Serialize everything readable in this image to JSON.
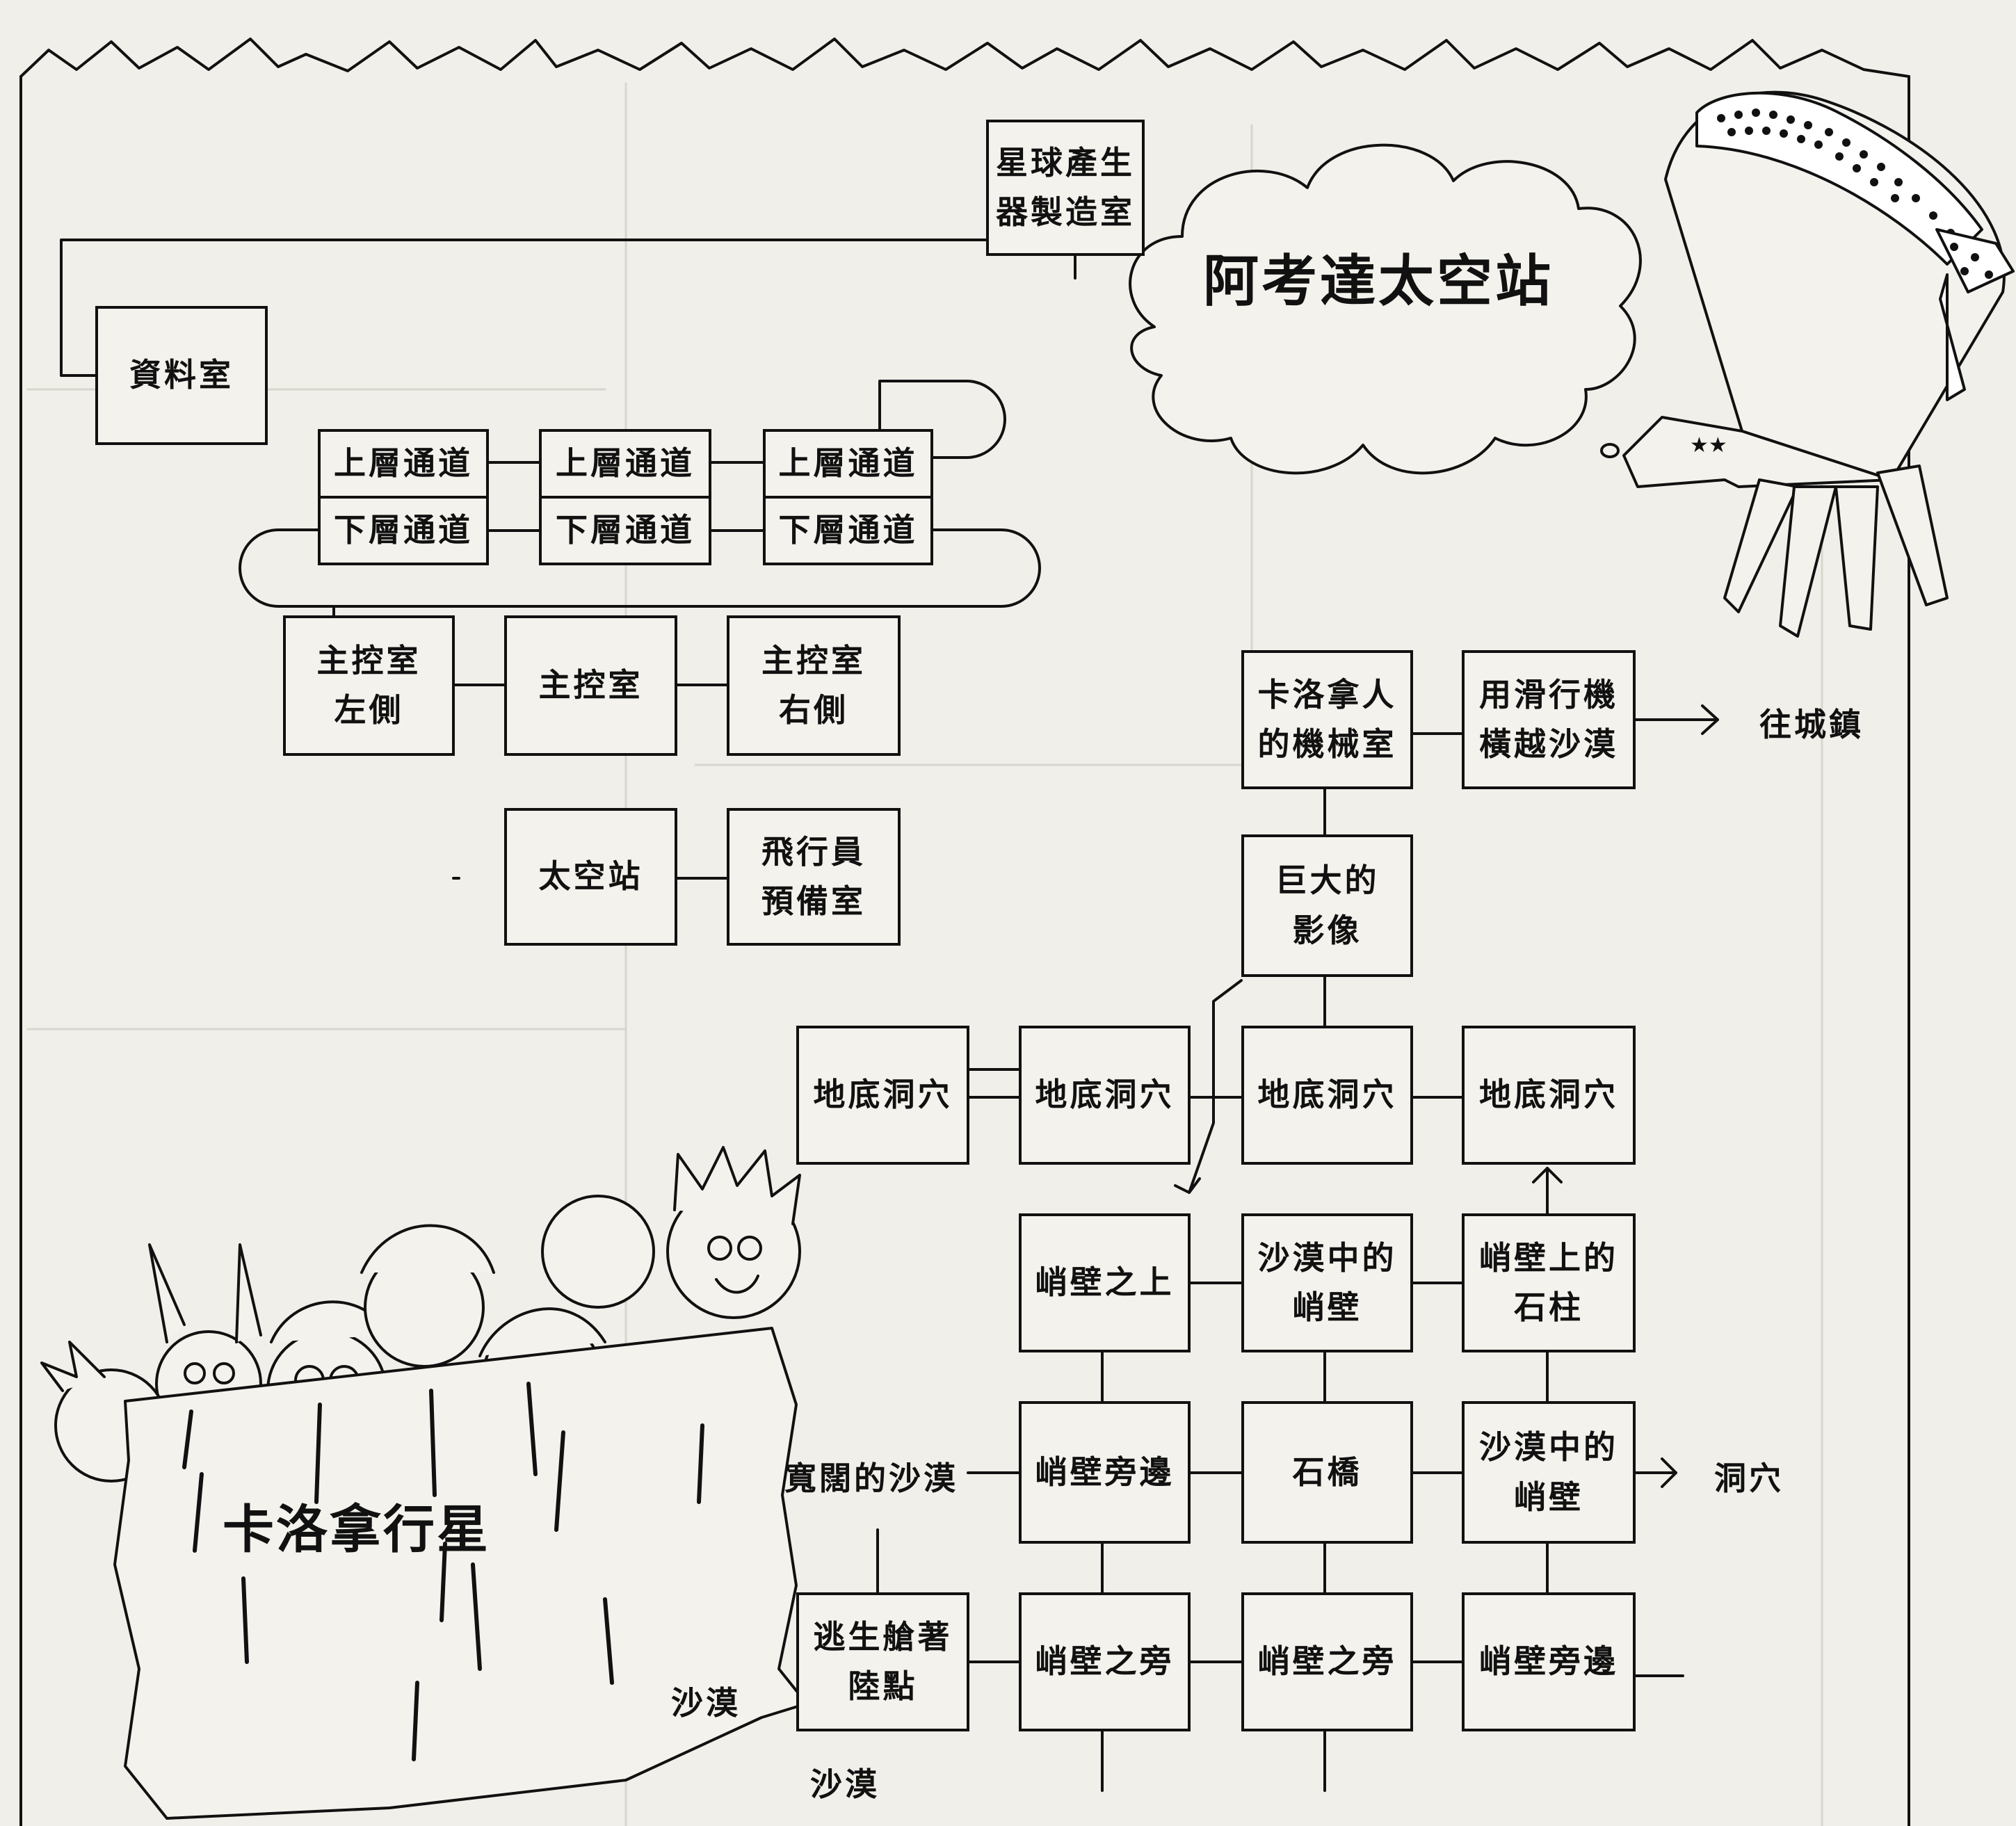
{
  "titles": {
    "station": "阿考達太空站",
    "planet": "卡洛拿行星"
  },
  "rooms": {
    "generator_room": "星球產生\n器製造室",
    "data_room": "資料室",
    "upper_passage_1": "上層通道",
    "lower_passage_1": "下層通道",
    "upper_passage_2": "上層通道",
    "lower_passage_2": "下層通道",
    "upper_passage_3": "上層通道",
    "lower_passage_3": "下層通道",
    "control_left": "主控室\n左側",
    "control_center": "主控室",
    "control_right": "主控室\n右側",
    "space_station": "太空站",
    "pilot_room": "飛行員\n預備室",
    "mechanical_room": "卡洛拿人\n的機械室",
    "glider": "用滑行機\n橫越沙漠",
    "giant_image": "巨大的\n影像",
    "cave_1": "地底洞穴",
    "cave_2": "地底洞穴",
    "cave_3": "地底洞穴",
    "cave_4": "地底洞穴",
    "cliff_top": "峭壁之上",
    "desert_cliff_1": "沙漠中的\n峭壁",
    "stone_pillar": "峭壁上的\n石柱",
    "wide_desert": "寬闊的沙漠",
    "cliff_side_1": "峭壁旁邊",
    "stone_bridge": "石橋",
    "desert_cliff_2": "沙漠中的\n峭壁",
    "escape_pod": "逃生艙著\n陸點",
    "cliff_beside_1": "峭壁之旁",
    "cliff_beside_2": "峭壁之旁",
    "cliff_side_2": "峭壁旁邊"
  },
  "labels": {
    "to_town": "往城鎮",
    "cave_exit": "洞穴",
    "desert_left": "沙漠",
    "desert_bottom": "沙漠"
  },
  "colors": {
    "ink": "#111111",
    "paper": "#f1efe9",
    "box_fill": "#f4f2ec",
    "bleed_text": "#cfccc4"
  }
}
